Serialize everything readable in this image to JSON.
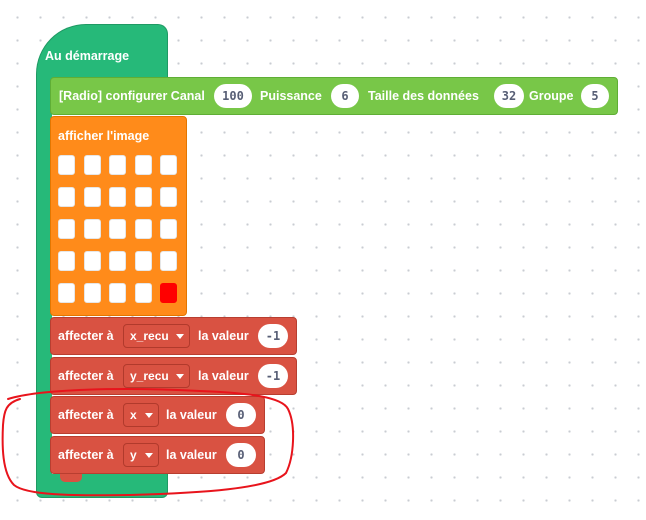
{
  "on_start": {
    "label": "Au démarrage"
  },
  "radio": {
    "label": "[Radio] configurer Canal",
    "channel": "100",
    "power_label": "Puissance",
    "power": "6",
    "size_label": "Taille des données",
    "size": "32",
    "group_label": "Groupe",
    "group": "5"
  },
  "image_block": {
    "label": "afficher l'image",
    "leds": [
      [
        0,
        0,
        0,
        0,
        0
      ],
      [
        0,
        0,
        0,
        0,
        0
      ],
      [
        0,
        0,
        0,
        0,
        0
      ],
      [
        0,
        0,
        0,
        0,
        0
      ],
      [
        0,
        0,
        0,
        0,
        1
      ]
    ],
    "on_color": "#ff0000"
  },
  "set_blocks": [
    {
      "prefix": "affecter à",
      "variable": "x_recu",
      "suffix": "la valeur",
      "value": "-1"
    },
    {
      "prefix": "affecter à",
      "variable": "y_recu",
      "suffix": "la valeur",
      "value": "-1"
    },
    {
      "prefix": "affecter à",
      "variable": "x",
      "suffix": "la valeur",
      "value": "0"
    },
    {
      "prefix": "affecter à",
      "variable": "y",
      "suffix": "la valeur",
      "value": "0"
    }
  ],
  "colors": {
    "event_green": "#26b979",
    "radio_green": "#78c748",
    "basic_orange": "#ff8b1a",
    "variable_red": "#d95242",
    "annotation_red": "#e8141c"
  }
}
